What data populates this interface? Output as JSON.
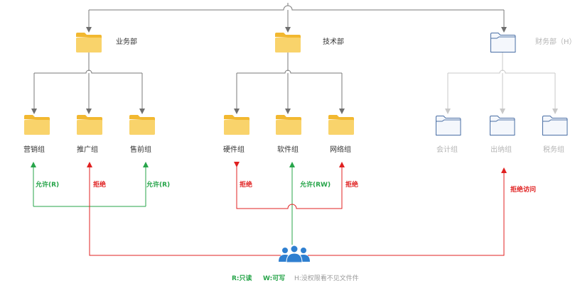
{
  "departments": [
    {
      "name": "业务部",
      "groups": [
        "营销组",
        "推广组",
        "售前组"
      ]
    },
    {
      "name": "技术部",
      "groups": [
        "硬件组",
        "软件组",
        "网络组"
      ]
    },
    {
      "name": "财务部（H）",
      "groups": [
        "会计组",
        "出纳组",
        "税务组"
      ]
    }
  ],
  "permissions": {
    "allow_r_left": "允许(R)",
    "deny_left": "拒绝",
    "allow_r_right": "允许(R)",
    "deny_hw": "拒绝",
    "allow_rw": "允许(RW)",
    "deny_net": "拒绝",
    "deny_access": "拒绝访问"
  },
  "legend": {
    "r": "R:只读",
    "w": "W:可写",
    "h": "H:没权限看不见文件件"
  },
  "colors": {
    "line_gray": "#7a7a7a",
    "line_light": "#c8c8c8",
    "folder_yellow": "#f9d36b",
    "folder_tab": "#f2b830",
    "folder_outline": "#4a6fa5",
    "allow_green": "#27a54a",
    "deny_red": "#e02020",
    "users_blue": "#2f7fd0"
  }
}
